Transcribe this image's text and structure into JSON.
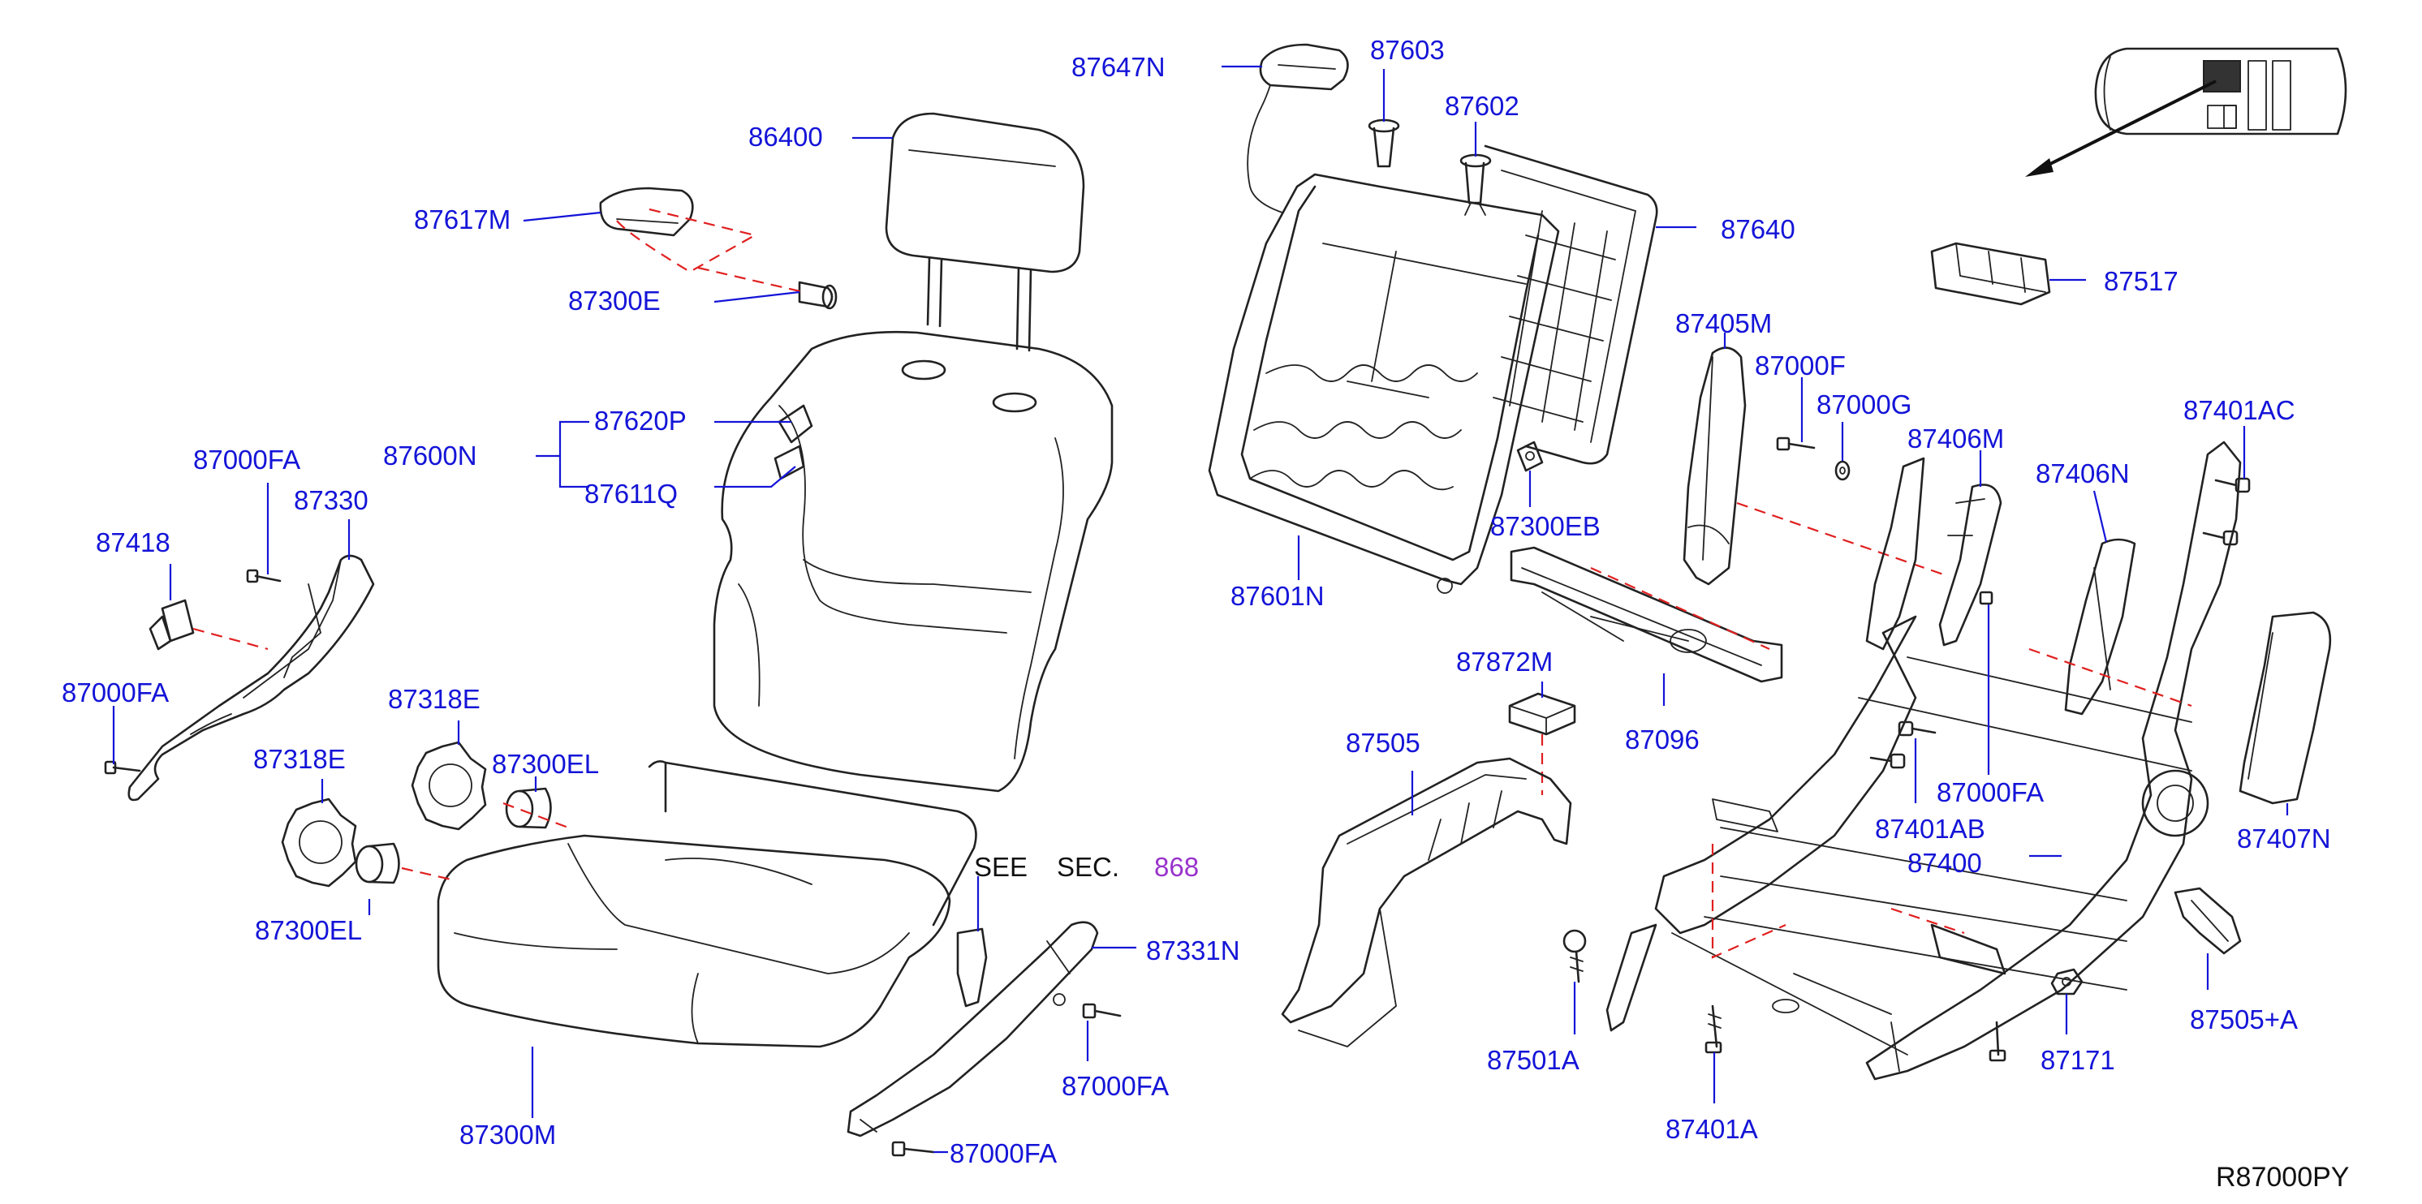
{
  "diagram": {
    "code": "R87000PY",
    "parts": [
      {
        "id": "p86400",
        "label": "86400"
      },
      {
        "id": "p87617m",
        "label": "87617M"
      },
      {
        "id": "p87300e",
        "label": "87300E"
      },
      {
        "id": "p87620p",
        "label": "87620P"
      },
      {
        "id": "p87600n",
        "label": "87600N"
      },
      {
        "id": "p87611q",
        "label": "87611Q"
      },
      {
        "id": "p87000fa_1",
        "label": "87000FA"
      },
      {
        "id": "p87330",
        "label": "87330"
      },
      {
        "id": "p87418",
        "label": "87418"
      },
      {
        "id": "p87000fa_2",
        "label": "87000FA"
      },
      {
        "id": "p87318e_1",
        "label": "87318E"
      },
      {
        "id": "p87318e_2",
        "label": "87318E"
      },
      {
        "id": "p87300el_1",
        "label": "87300EL"
      },
      {
        "id": "p87300el_2",
        "label": "87300EL"
      },
      {
        "id": "p87300m",
        "label": "87300M"
      },
      {
        "id": "p87331n",
        "label": "87331N"
      },
      {
        "id": "p87000fa_3",
        "label": "87000FA"
      },
      {
        "id": "p87000fa_4",
        "label": "87000FA"
      },
      {
        "id": "p87647n",
        "label": "87647N"
      },
      {
        "id": "p87603",
        "label": "87603"
      },
      {
        "id": "p87602",
        "label": "87602"
      },
      {
        "id": "p87640",
        "label": "87640"
      },
      {
        "id": "p87300eb",
        "label": "87300EB"
      },
      {
        "id": "p87601n",
        "label": "87601N"
      },
      {
        "id": "p87872m",
        "label": "87872M"
      },
      {
        "id": "p87096",
        "label": "87096"
      },
      {
        "id": "p87505",
        "label": "87505"
      },
      {
        "id": "p87405m",
        "label": "87405M"
      },
      {
        "id": "p87000f",
        "label": "87000F"
      },
      {
        "id": "p87000g",
        "label": "87000G"
      },
      {
        "id": "p87406m",
        "label": "87406M"
      },
      {
        "id": "p87406n",
        "label": "87406N"
      },
      {
        "id": "p87401ac",
        "label": "87401AC"
      },
      {
        "id": "p87517",
        "label": "87517"
      },
      {
        "id": "p87000fa_5",
        "label": "87000FA"
      },
      {
        "id": "p87401ab",
        "label": "87401AB"
      },
      {
        "id": "p87400",
        "label": "87400"
      },
      {
        "id": "p87407n",
        "label": "87407N"
      },
      {
        "id": "p87501a",
        "label": "87501A"
      },
      {
        "id": "p87401a",
        "label": "87401A"
      },
      {
        "id": "p87171",
        "label": "87171"
      },
      {
        "id": "p87505a",
        "label": "87505+A"
      }
    ],
    "see_sec": {
      "see": "SEE",
      "sec": "SEC.",
      "number": "868"
    }
  },
  "colors": {
    "label": "#1414d8",
    "leader": "#1414d8",
    "dashed": "#e02020",
    "line": "#222222",
    "link": "#9933cc"
  }
}
